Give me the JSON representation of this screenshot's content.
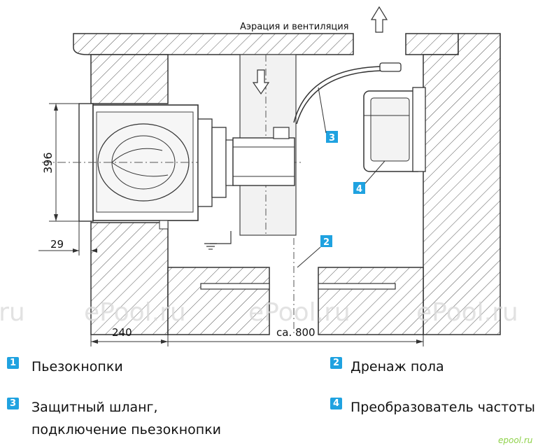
{
  "diagram": {
    "top_label": "Аэрация и вентиляция",
    "dim_396": "396",
    "dim_29": "29",
    "dim_240": "240",
    "dim_800": "ca. 800",
    "callout_1": "",
    "callout_2": "2",
    "callout_3": "3",
    "callout_4": "4",
    "watermark": "ePool.ru",
    "accent_color": "#1fa2e0",
    "line_color": "#333333"
  },
  "legend": {
    "items": [
      {
        "num": "1",
        "lines": [
          "Пьезокнопки"
        ]
      },
      {
        "num": "2",
        "lines": [
          "Дренаж пола"
        ]
      },
      {
        "num": "3",
        "lines": [
          "Защитный шланг,",
          "подключение пьезокнопки"
        ]
      },
      {
        "num": "4",
        "lines": [
          "Преобразователь частоты"
        ]
      }
    ]
  },
  "logo": "epool.ru"
}
